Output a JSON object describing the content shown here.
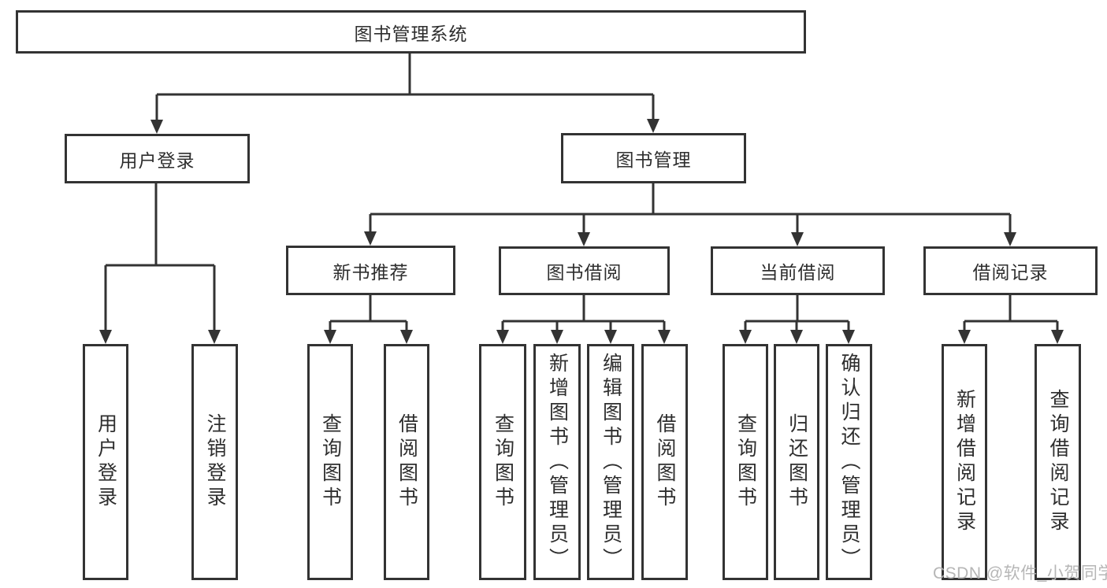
{
  "diagram": {
    "title": "图书管理系统",
    "watermark": "CSDN @软件_小贺同学",
    "colors": {
      "line": "#333333",
      "text": "#2e2e2e",
      "box_background": "#ffffff",
      "watermark": "#b2b2b2"
    },
    "levels": {
      "root": "图书管理系统",
      "level2": [
        "用户登录",
        "图书管理"
      ],
      "level3": [
        "新书推荐",
        "图书借阅",
        "当前借阅",
        "借阅记录"
      ],
      "leaves": {
        "user_login": [
          "用户登录",
          "注销登录"
        ],
        "new_book_rec": [
          "查询图书",
          "借阅图书"
        ],
        "book_borrow": [
          "查询图书",
          "新增图书（管理员）",
          "编辑图书（管理员）",
          "借阅图书"
        ],
        "current_borrow": [
          "查询图书",
          "归还图书",
          "确认归还（管理员）"
        ],
        "borrow_records": [
          "新增借阅记录",
          "查询借阅记录"
        ]
      }
    }
  }
}
